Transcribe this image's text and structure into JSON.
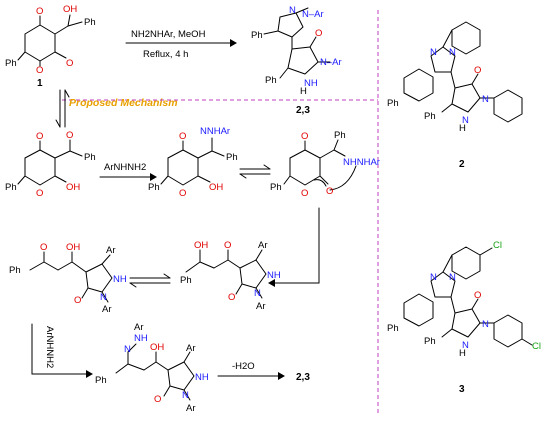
{
  "mechanism_heading": "Proposed Mechanism",
  "conditions": {
    "reagent": "NH2NHAr, MeOH",
    "time": "Reflux, 4 h",
    "arnhnh2": "ArNHNH2",
    "water": "-H2O"
  },
  "compounds": {
    "c1": "1",
    "c23": "2,3",
    "c2": "2",
    "c3": "3"
  },
  "labels": {
    "O": "O",
    "OH": "OH",
    "Ph": "Ph",
    "N": "N",
    "NH": "NH",
    "H": "H",
    "Ar": "Ar",
    "N_Ar": "N–Ar",
    "NNHAr": "NNHAr",
    "NHNHAr": "NHNHAr",
    "Cl": "Cl"
  },
  "colors": {
    "oxygen": "#e00000",
    "nitrogen": "#1a1aff",
    "chlorine": "#16a316",
    "heading": "#e8a000",
    "divider": "#c040c0"
  }
}
